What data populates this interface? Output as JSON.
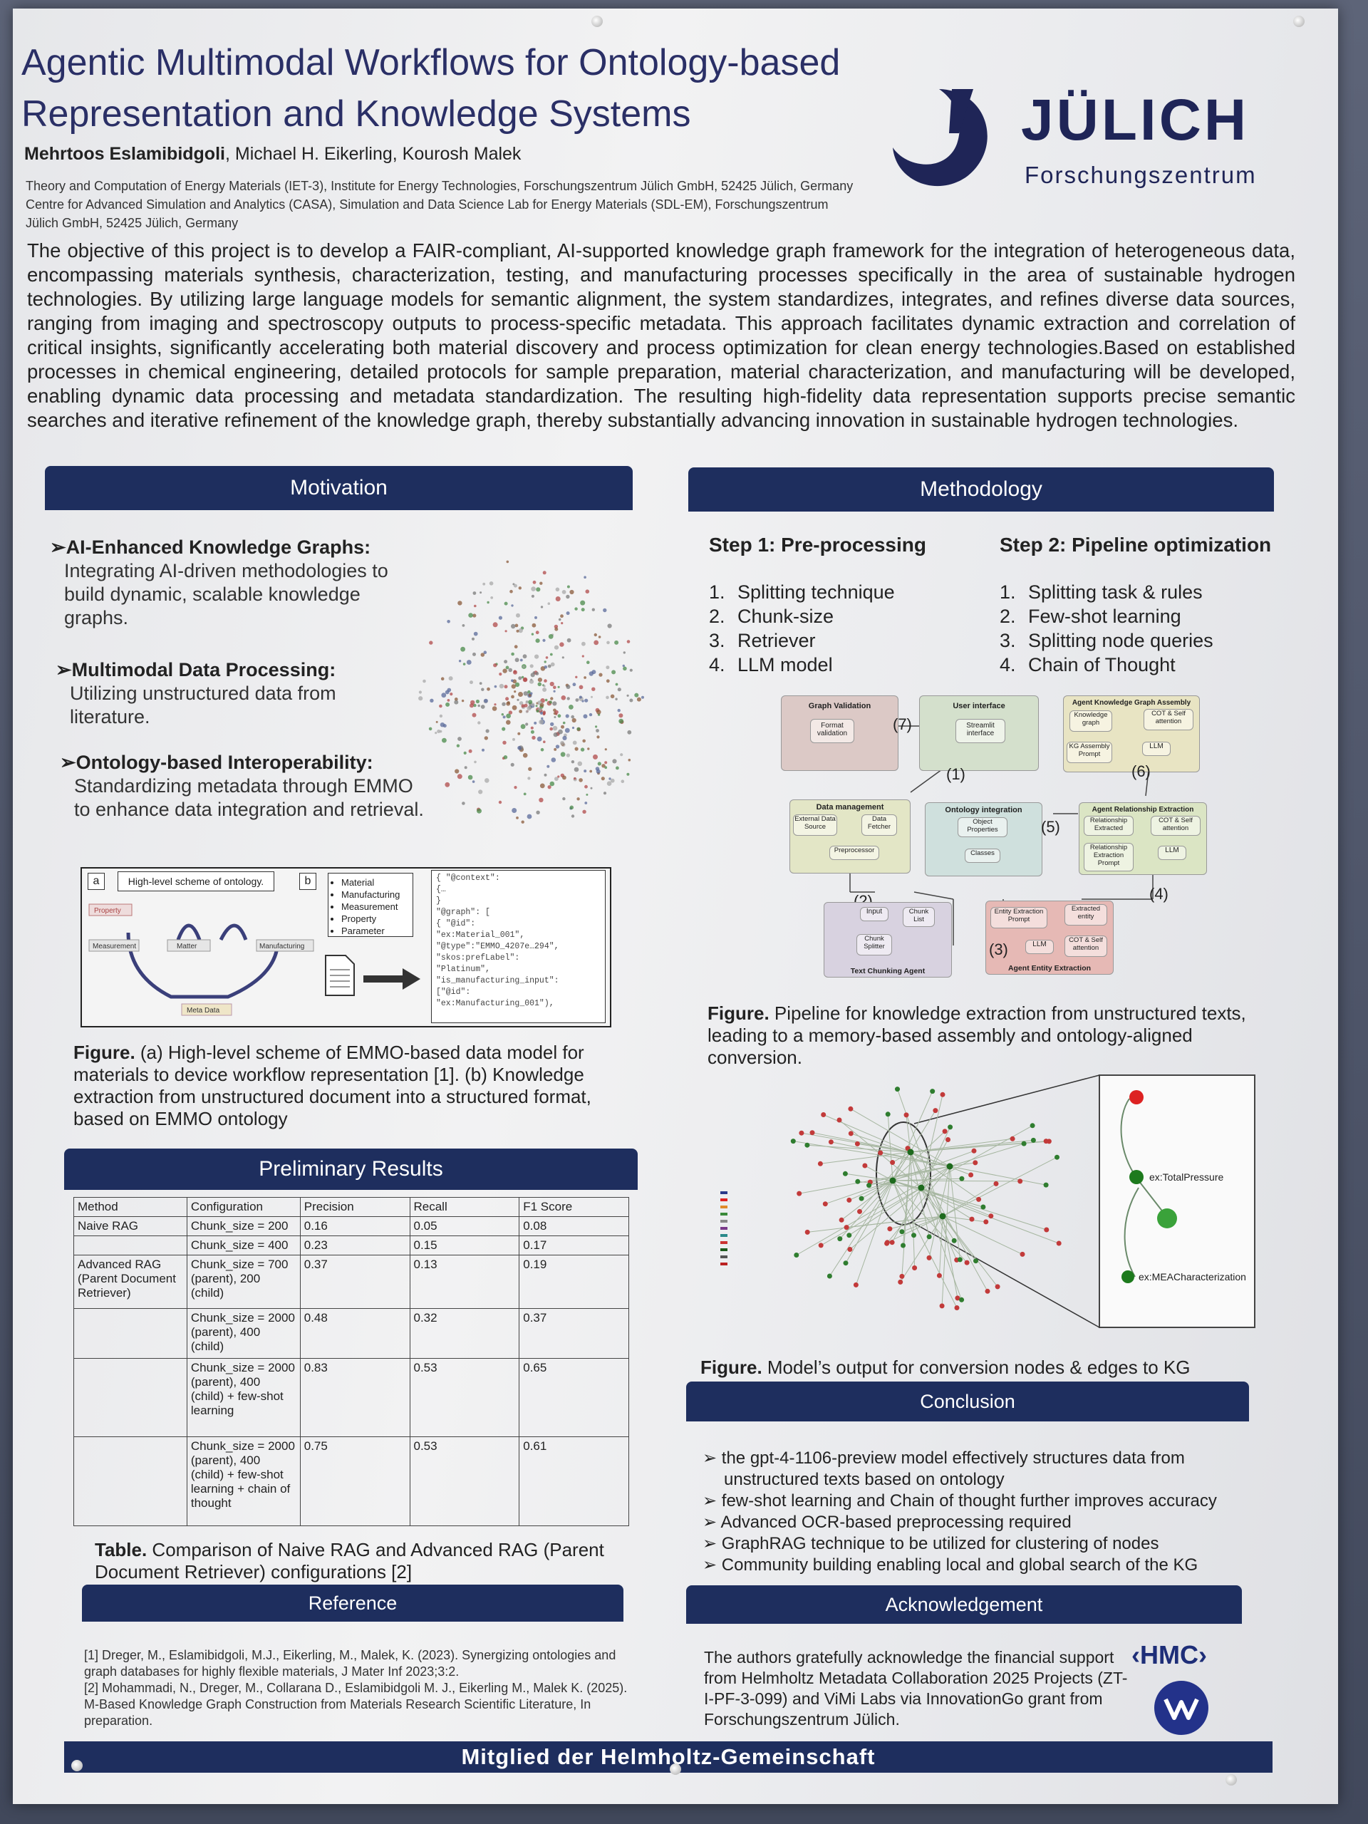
{
  "title": [
    "Agentic Multimodal Workflows for Ontology-based",
    "Representation and Knowledge Systems"
  ],
  "authors": {
    "first": "Mehrtoos Eslamibidgoli",
    "rest": ", Michael H. Eikerling, Kourosh Malek"
  },
  "affiliations": [
    "Theory and Computation of Energy Materials (IET-3), Institute for Energy Technologies, Forschungszentrum Jülich GmbH, 52425 Jülich, Germany",
    "Centre for Advanced Simulation and Analytics (CASA), Simulation and Data Science Lab for Energy Materials (SDL-EM), Forschungszentrum",
    "Jülich GmbH, 52425 Jülich, Germany"
  ],
  "logo": {
    "word": "JÜLICH",
    "sub": "Forschungszentrum"
  },
  "abstract": "The objective of this project is to develop a FAIR-compliant, AI-supported knowledge graph framework for the integration of heterogeneous data, encompassing materials synthesis, characterization, testing, and manufacturing processes specifically in the area of sustainable hydrogen technologies. By utilizing large language models for semantic alignment, the system standardizes, integrates, and refines diverse data sources, ranging from imaging and spectroscopy outputs to process-specific metadata. This approach facilitates dynamic extraction and correlation of critical insights, significantly accelerating both material discovery and process optimization for clean energy technologies.Based on established processes in chemical engineering, detailed protocols for sample preparation, material characterization, and manufacturing will be developed, enabling dynamic data processing and metadata standardization. The resulting high-fidelity data representation supports precise semantic searches and iterative refinement of the knowledge graph, thereby substantially advancing innovation in sustainable hydrogen technologies.",
  "motivation": {
    "heading": "Motivation",
    "items": [
      {
        "h": "AI-Enhanced Knowledge Graphs:",
        "t": "Integrating AI-driven methodologies to build dynamic, scalable knowledge graphs."
      },
      {
        "h": "Multimodal Data Processing:",
        "t": "Utilizing unstructured data from literature."
      },
      {
        "h": "Ontology-based Interoperability:",
        "t": "Standardizing metadata through EMMO to enhance data integration and retrieval."
      }
    ],
    "figure": {
      "label_a": "a",
      "label_b": "b",
      "scheme_title": "High-level scheme of ontology.",
      "nodes": [
        "Property",
        "Measurement",
        "Matter",
        "Manufacturing",
        "Meta Data"
      ],
      "list": [
        "Material",
        "Manufacturing",
        "Measurement",
        "Property",
        "Parameter"
      ],
      "json_lines": [
        "{ \"@context\":",
        "{…",
        "}",
        "\"@graph\": [",
        "{ \"@id\":",
        "\"ex:Material_001\",",
        "\"@type\":\"EMMO_4207e…294\",",
        "  \"skos:prefLabel\":",
        "\"Platinum\",",
        "\"is_manufacturing_input\":",
        "[\"@id\":",
        "\"ex:Manufacturing_001\"),"
      ]
    },
    "caption_bold": "Figure.",
    "caption": " (a) High-level scheme of EMMO-based data model for materials to device workflow representation [1]. (b) Knowledge extraction from unstructured document into a structured format, based on EMMO ontology"
  },
  "results": {
    "heading": "Preliminary Results",
    "columns": [
      "Method",
      "Configuration",
      "Precision",
      "Recall",
      "F1 Score"
    ],
    "rows": [
      [
        "Naive RAG",
        "Chunk_size = 200",
        "0.16",
        "0.05",
        "0.08"
      ],
      [
        "",
        "Chunk_size = 400",
        "0.23",
        "0.15",
        "0.17"
      ],
      [
        "Advanced RAG (Parent Document Retriever)",
        "Chunk_size = 700 (parent), 200 (child)",
        "0.37",
        "0.13",
        "0.19"
      ],
      [
        "",
        "Chunk_size = 2000 (parent), 400 (child)",
        "0.48",
        "0.32",
        "0.37"
      ],
      [
        "",
        "Chunk_size = 2000 (parent), 400 (child) + few-shot learning",
        "0.83",
        "0.53",
        "0.65"
      ],
      [
        "",
        "Chunk_size = 2000 (parent), 400 (child) + few-shot learning + chain of thought",
        "0.75",
        "0.53",
        "0.61"
      ]
    ],
    "caption_bold": "Table.",
    "caption": " Comparison of Naive RAG and Advanced RAG (Parent Document Retriever) configurations [2]"
  },
  "reference": {
    "heading": "Reference",
    "items": [
      "[1] Dreger, M., Eslamibidgoli, M.J., Eikerling, M., Malek, K. (2023).  Synergizing ontologies and graph databases  for highly flexible materials, J Mater Inf 2023;3:2.",
      "[2] Mohammadi, N., Dreger, M., Collarana D., Eslamibidgoli M. J., Eikerling M., Malek K. (2025). M-Based Knowledge Graph Construction from Materials Research Scientific Literature, In preparation."
    ]
  },
  "methodology": {
    "heading": "Methodology",
    "step1": {
      "title": "Step 1: Pre-processing",
      "items": [
        "Splitting technique",
        "Chunk-size",
        "Retriever",
        "LLM model"
      ]
    },
    "step2": {
      "title": "Step 2: Pipeline optimization",
      "items": [
        "Splitting task & rules",
        "Few-shot learning",
        "Splitting node queries",
        "Chain of Thought"
      ]
    },
    "diagram": {
      "graph_validation": "Graph Validation",
      "format_validation": "Format validation",
      "user_interface": "User interface",
      "streamlit": "Streamlit interface",
      "agent_kg": "Agent Knowledge Graph Assembly",
      "knowledge_graph": "Knowledge graph",
      "cot": "COT & Self attention",
      "kg_prompt": "KG Assembly Prompt",
      "llm": "LLM",
      "data_mgmt": "Data management",
      "external": "External Data Source",
      "fetcher": "Data Fetcher",
      "preprocessor": "Preprocessor",
      "onto": "Ontology integration",
      "object_props": "Object Properties",
      "classes": "Classes",
      "agent_rel": "Agent Relationship Extraction",
      "rel_extracted": "Relationship Extracted",
      "rel_prompt": "Relationship Extraction Prompt",
      "input": "Input",
      "chunk_list": "Chunk List",
      "chunk_splitter": "Chunk Splitter",
      "text_chunking": "Text Chunking Agent",
      "entity_prompt": "Entity Extraction Prompt",
      "extracted_entity": "Extracted entity",
      "agent_entity": "Agent Entity Extraction",
      "labels": [
        "(1)",
        "(2)",
        "(3)",
        "(4)",
        "(5)",
        "(6)",
        "(7)"
      ]
    },
    "caption_bold": "Figure.",
    "caption": " Pipeline for knowledge extraction from unstructured texts, leading to a memory-based assembly and ontology-aligned conversion.",
    "kg_labels": {
      "total_pressure": "ex:TotalPressure",
      "mea": "ex:MEACharacterization"
    },
    "kg_caption_bold": "Figure.",
    "kg_caption": " Model’s output for conversion nodes & edges to KG"
  },
  "conclusion": {
    "heading": "Conclusion",
    "items": [
      "the gpt-4-1106-preview model effectively structures data from unstructured texts based on ontology",
      "few-shot learning and Chain of thought further improves accuracy",
      "Advanced OCR-based preprocessing required",
      "GraphRAG technique to be utilized for clustering of nodes",
      "Community building enabling local and global search of the KG"
    ]
  },
  "acknowledgement": {
    "heading": "Acknowledgement",
    "text": "The authors gratefully acknowledge the financial support from Helmholtz Metadata Collaboration 2025 Projects (ZT-I-PF-3-099) and ViMi Labs via InnovationGo grant from Forschungszentrum Jülich.",
    "hmc": "‹HMC›"
  },
  "footer": "Mitglied der Helmholtz-Gemeinschaft",
  "colors": {
    "navy": "#1e2e5e",
    "title": "#2a2f66"
  }
}
